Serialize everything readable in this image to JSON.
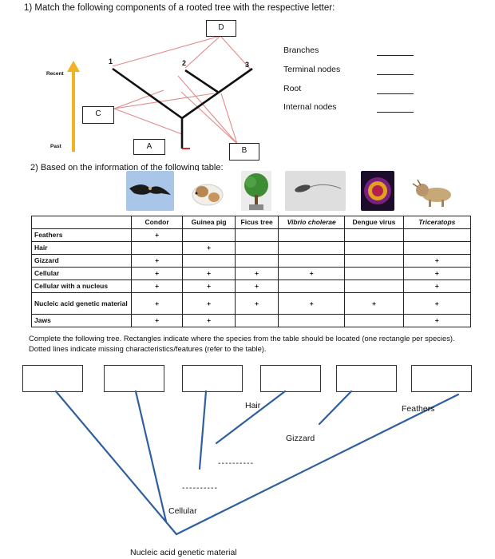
{
  "q1": {
    "title": "1) Match the following components of a rooted tree with the respective letter:",
    "time_recent": "Recent",
    "time_past": "Past",
    "letters": {
      "a": "A",
      "b": "B",
      "c": "C",
      "d": "D"
    },
    "tip_numbers": [
      "1",
      "2",
      "3"
    ],
    "terms": [
      "Branches",
      "Terminal nodes",
      "Root",
      "Internal nodes"
    ]
  },
  "q2": {
    "title": "2) Based on the information of the following table:",
    "columns": [
      "Condor",
      "Guinea pig",
      "Ficus tree",
      "Vibrio cholerae",
      "Dengue virus",
      "Triceratops"
    ],
    "rows": [
      {
        "label": "Feathers",
        "marks": [
          "+",
          "",
          "",
          "",
          "",
          ""
        ]
      },
      {
        "label": "Hair",
        "marks": [
          "",
          "+",
          "",
          "",
          "",
          ""
        ]
      },
      {
        "label": "Gizzard",
        "marks": [
          "+",
          "",
          "",
          "",
          "",
          "+"
        ]
      },
      {
        "label": "Cellular",
        "marks": [
          "+",
          "+",
          "+",
          "+",
          "",
          "+"
        ]
      },
      {
        "label": "Cellular with a nucleus",
        "marks": [
          "+",
          "+",
          "+",
          "",
          "",
          "+"
        ]
      },
      {
        "label": "Nucleic acid genetic material",
        "marks": [
          "+",
          "+",
          "+",
          "+",
          "+",
          "+"
        ]
      },
      {
        "label": "Jaws",
        "marks": [
          "+",
          "+",
          "",
          "",
          "",
          "+"
        ]
      }
    ],
    "instructions": "Complete the following tree. Rectangles indicate where the species from the table should be located (one rectangle per species). Dotted lines indicate missing characteristics/features (refer to the table).",
    "tree_labels": {
      "hair": "Hair",
      "feathers": "Feathers",
      "gizzard": "Gizzard",
      "cellular": "Cellular",
      "root": "Nucleic acid genetic material",
      "dots": "----------"
    }
  },
  "colors": {
    "timeline_arrow": "#f0b323",
    "pink_lines": "#e28a8a",
    "root_red": "#d92b2b",
    "tree_blue": "#2f5f9e"
  }
}
